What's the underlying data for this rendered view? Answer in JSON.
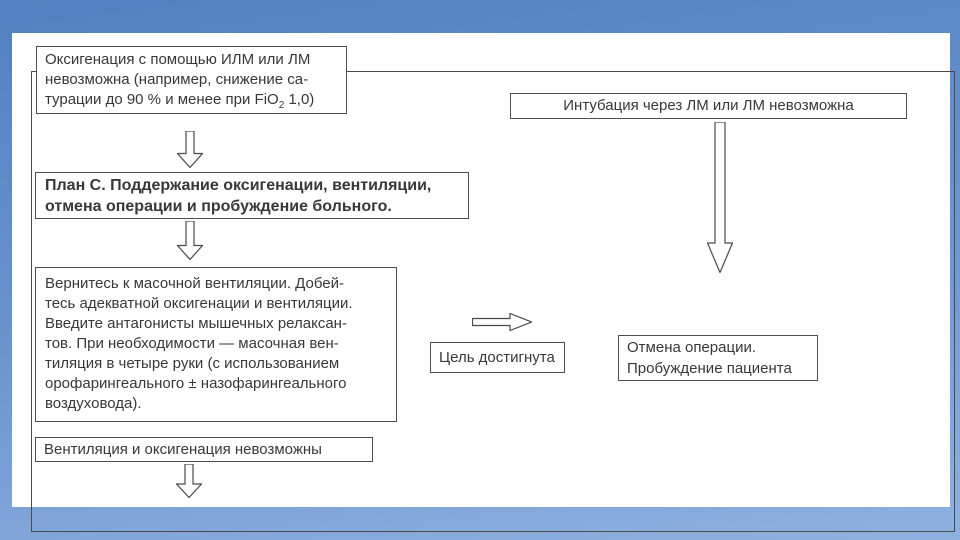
{
  "colors": {
    "background_top": "#5181c2",
    "background_bottom": "#8fb1e0",
    "slide_background": "#ffffff",
    "box_border": "#4f4f4f",
    "text": "#383838"
  },
  "flowchart": {
    "oxygenation_impossible": {
      "text_pre": "Оксигенация с помощью ИЛМ или ЛМ\nневозможна (например, снижение са-\nтурации до 90 % и менее при FiO",
      "subscript": "2",
      "text_post": " 1,0)"
    },
    "intubation_impossible": {
      "text": "Интубация через ЛМ или ЛМ невозможна"
    },
    "plan_c": {
      "text": "План С. Поддержание оксигенации, вентиляции,\nотмена операции и пробуждение больного."
    },
    "return_to_mask": {
      "text": "Вернитесь к масочной вентиляции. Добей-\nтесь адекватной оксигенации и вентиляции.\nВведите антагонисты мышечных релаксан-\nтов. При необходимости — масочная вен-\nтиляция в четыре руки (с использованием\nорофарингеального ± назофарингеального\nвоздуховода)."
    },
    "goal_achieved": {
      "text": "Цель достигнута"
    },
    "cancel_surgery": {
      "text": "Отмена операции.\nПробуждение пациента"
    },
    "ventilation_impossible": {
      "text": "Вентиляция и оксигенация невозможны"
    }
  }
}
